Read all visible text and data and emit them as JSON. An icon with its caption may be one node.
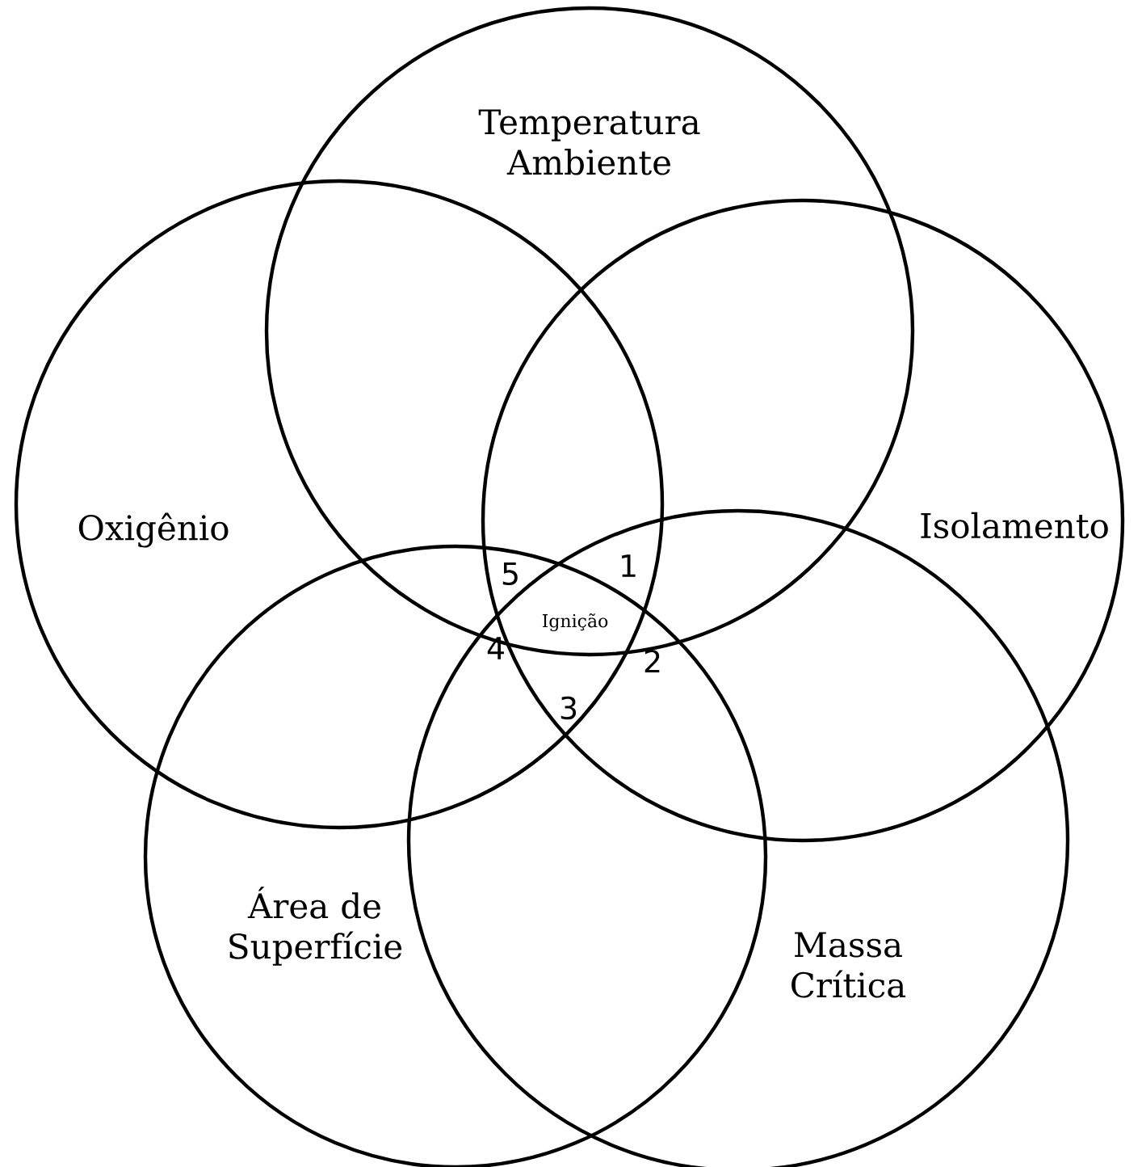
{
  "diagram": {
    "nodes": [
      {
        "text": [
          "Temperatura Ambiente"
        ]
      },
      {
        "text": [
          "Oxigênio"
        ]
      },
      {
        "text": [
          "Isolamento"
        ]
      },
      {
        "text": [
          "Área de Superfície"
        ]
      },
      {
        "text": [
          "Massa Crítica"
        ]
      }
    ],
    "labels": [
      "5",
      "1",
      "Ignição",
      "4",
      "2",
      "3"
    ]
  }
}
